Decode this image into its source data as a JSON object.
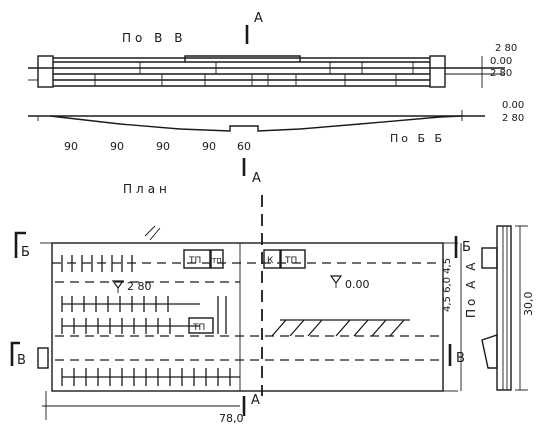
{
  "section_b": {
    "label": "По В В",
    "cut_mark": "А"
  },
  "elevations_top": [
    "2 80",
    "0.00",
    "2 80"
  ],
  "section_c": {
    "label": "По Б Б",
    "elevations": [
      "0.00",
      "2 80"
    ],
    "spans": [
      "90",
      "90",
      "90",
      "90",
      "60"
    ]
  },
  "plan": {
    "title": "План",
    "cut_marks": {
      "a_top": "А",
      "a_bottom": "А",
      "b_left": "Б",
      "b_right": "Б",
      "v_left": "В",
      "v_right": "В"
    },
    "level_left": "2 80",
    "level_right": "0.00",
    "room_tags": [
      "ТП",
      "ТП",
      "К",
      "ТП",
      "ТП"
    ],
    "dim_length": "78,0",
    "dim_widths": "4,5 6,0 4,5"
  },
  "side_section": {
    "label": "По А А",
    "dimension": "30,0"
  }
}
